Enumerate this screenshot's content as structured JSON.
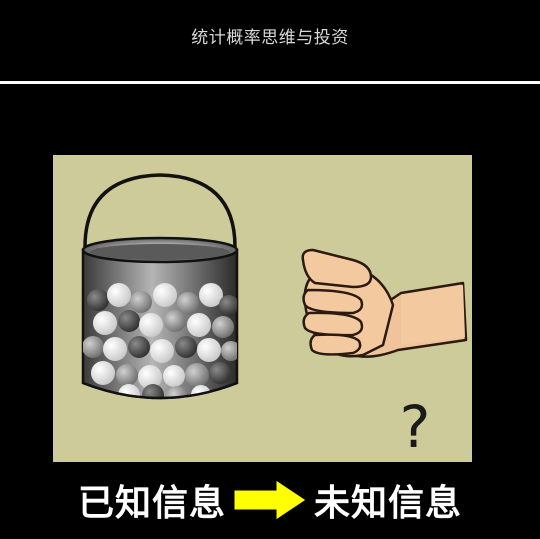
{
  "header": {
    "title": "统计概率思维与投资"
  },
  "illustration": {
    "background": "#cdcb9a",
    "question_mark": "?",
    "icons": [
      "bucket-of-balls-icon",
      "closed-hand-icon",
      "question-mark-icon"
    ]
  },
  "caption": {
    "known_text": "已知信息",
    "unknown_text": "未知信息",
    "arrow_color": "#ffff00"
  }
}
